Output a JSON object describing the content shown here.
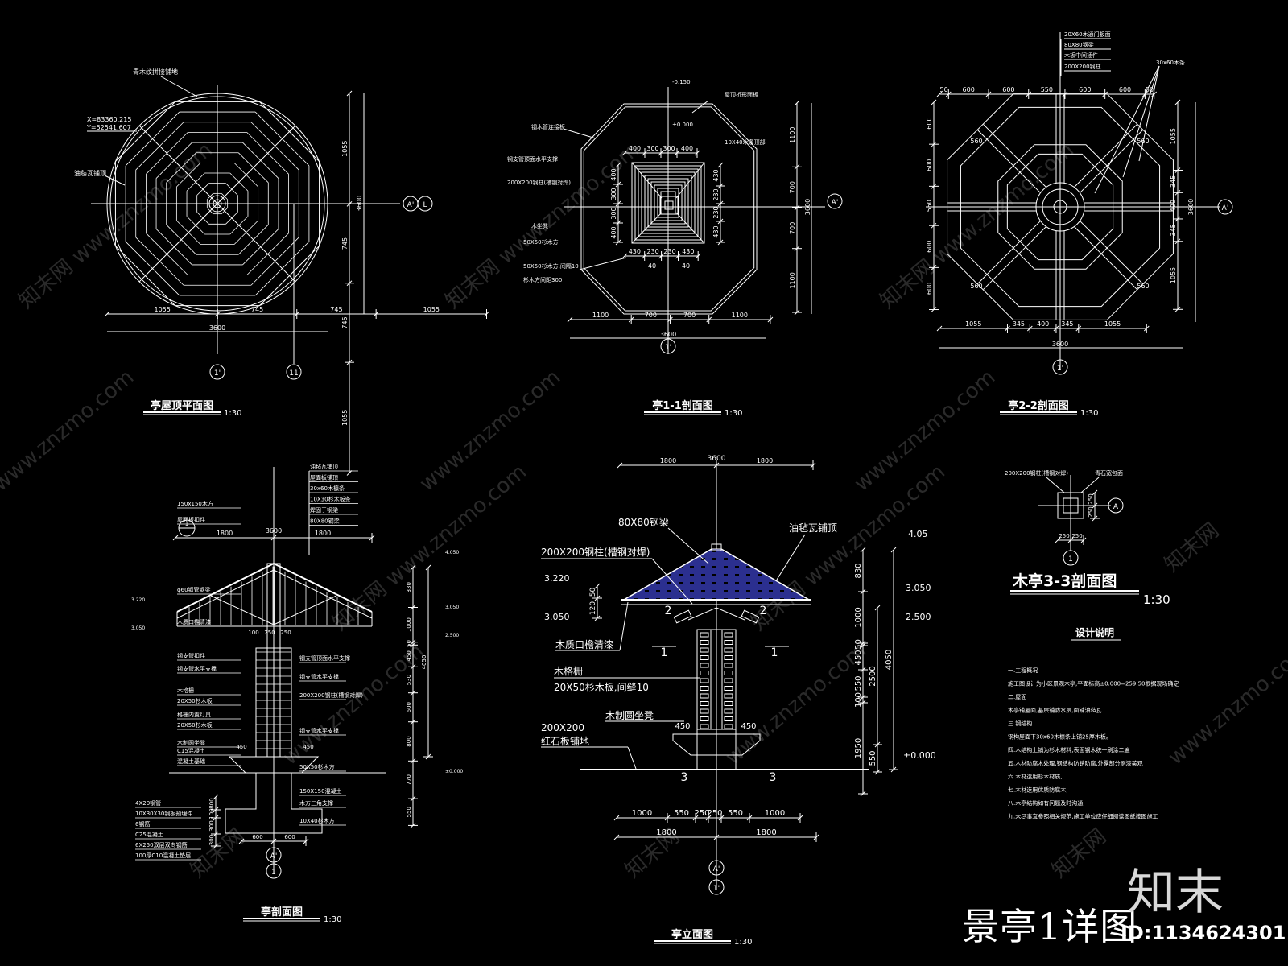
{
  "drawing": {
    "title": "景亭1详图",
    "id_label": "ID:1134624301",
    "logo": "知末",
    "watermarks": [
      "知末网 www.znzmo.com",
      "www.znzmo.com",
      "知末网"
    ],
    "colors": {
      "background": "#000000",
      "line": "#ffffff",
      "roof_fill": "#2b2f8f"
    }
  },
  "views": {
    "roof_plan": {
      "title": "亭屋顶平面图",
      "scale": "1:30",
      "notes": [
        "青木纹拼接铺地",
        "X=83360.215",
        "Y=52541.607",
        "油毡瓦铺顶"
      ],
      "dims_h": [
        "1055",
        "745",
        "745",
        "1055"
      ],
      "dims_v": [
        "1055",
        "745",
        "745",
        "1055"
      ],
      "total": "3600",
      "axes": [
        "1'",
        "11",
        "A'",
        "L"
      ]
    },
    "section_1_1": {
      "title": "亭1-1剖面图",
      "scale": "1:30",
      "elev": "-0.150",
      "level": "±0.000",
      "notes": [
        "屋顶折形面板",
        "钢木管连接板",
        "10X40木条顶部",
        "钢支管顶面水平支撑",
        "200X200钢柱(槽钢对焊)",
        "木坐凳",
        "50X50杉木方",
        "50X50杉木方,间隔10",
        "杉木方间距300"
      ],
      "dims_top": [
        "400",
        "300",
        "300",
        "400"
      ],
      "dims_mid": [
        "430",
        "230",
        "230",
        "430"
      ],
      "dims_small": [
        "40",
        "40"
      ],
      "dims_bottom": [
        "1100",
        "700",
        "700",
        "1100"
      ],
      "dims_left": [
        "400",
        "300",
        "300",
        "400"
      ],
      "dims_right_inner": [
        "430",
        "230",
        "230",
        "430"
      ],
      "dims_right": [
        "1100",
        "700",
        "700",
        "1100"
      ],
      "total": "3600",
      "axes": [
        "1'",
        "A'"
      ]
    },
    "section_2_2": {
      "title": "亭2-2剖面图",
      "scale": "1:30",
      "notes": [
        "20X60木通门板面",
        "80X80钢梁",
        "木板中间插件",
        "200X200钢柱",
        "30x60木条"
      ],
      "dims_top": [
        "50",
        "600",
        "600",
        "550",
        "600",
        "600",
        "50"
      ],
      "dims_bottom": [
        "1055",
        "345",
        "400",
        "345",
        "1055"
      ],
      "dims_left": [
        "600",
        "600",
        "550",
        "600",
        "600"
      ],
      "dims_right": [
        "1055",
        "345",
        "400",
        "345",
        "1055"
      ],
      "dims_diag": [
        "560",
        "560",
        "560",
        "560"
      ],
      "total": "3600",
      "axes": [
        "1'",
        "A'"
      ]
    },
    "section_3_3": {
      "title": "木亭3-3剖面图",
      "scale": "1:30",
      "notes": [
        "200X200钢柱(槽钢对焊)",
        "青石宽包面"
      ],
      "dims": [
        "250",
        "250"
      ],
      "axes": [
        "A",
        "1"
      ]
    },
    "section": {
      "title": "亭剖面图",
      "scale": "1:30",
      "notes_top": [
        "油毡瓦铺顶",
        "屋面板铺顶",
        "30x60木檩条",
        "10X30杉木板条",
        "焊固于钢梁",
        "80X80钢梁"
      ],
      "notes_left": [
        "150x150木方",
        "屋面板扣件",
        "φ60钢管钢梁",
        "木质口檐清漆",
        "钢支管扣件",
        "钢支管水平支撑",
        "木格栅",
        "20X50杉木板",
        "格栅内置灯具",
        "20X50杉木板",
        "木制圆坐凳",
        "C15混凝土",
        "混凝土基础"
      ],
      "notes_right": [
        "钢支管顶面水平支撑",
        "钢支管水平支撑",
        "200X200钢柱(槽钢对焊)",
        "钢支管水平支撑",
        "50X50杉木方",
        "150X150混凝土",
        "木方三角支撑",
        "10X40杉木方"
      ],
      "notes_bottom": [
        "4X20钢管",
        "10X30X30钢板预埋件",
        "6钢筋",
        "C25混凝土",
        "6X250双层双向钢筋",
        "100厚C10混凝土垫层"
      ],
      "dims_top": [
        "3600",
        "1800",
        "1800"
      ],
      "dims_right": [
        "830",
        "1000",
        "50",
        "450",
        "530",
        "600",
        "800",
        "770",
        "550",
        "2550",
        "4050"
      ],
      "dims_mid": [
        "100",
        "250",
        "250"
      ],
      "dims_base": [
        "450",
        "450"
      ],
      "dims_found": [
        "600",
        "600"
      ],
      "dims_found_v": [
        "800",
        "100",
        "300",
        "300"
      ],
      "levels": [
        "4.050",
        "3.050",
        "2.500",
        "±0.000",
        "3.220",
        "3.050"
      ],
      "axes": [
        "1",
        "A'",
        "1"
      ]
    },
    "elevation": {
      "title": "亭立面图",
      "scale": "1:30",
      "notes": [
        "80X80钢梁",
        "油毡瓦铺顶",
        "200X200钢柱(槽钢对焊)",
        "木质口檐清漆",
        "木格栅",
        "20X50杉木板,间缝10",
        "木制圆坐凳",
        "200X200",
        "红石板铺地"
      ],
      "dims_top": [
        "3600",
        "1800",
        "1800"
      ],
      "dims_bottom": [
        "1000",
        "550",
        "250",
        "250",
        "550",
        "1000"
      ],
      "dims_bottom_total": [
        "1800",
        "1800"
      ],
      "dims_right": [
        "830",
        "1000",
        "50",
        "450",
        "550",
        "100",
        "1950",
        "2500",
        "550",
        "4050"
      ],
      "dims_left": [
        "50",
        "120"
      ],
      "dims_seat": [
        "450",
        "450"
      ],
      "levels": [
        "4.05",
        "3.050",
        "2.500",
        "±0.000",
        "3.220",
        "3.050"
      ],
      "section_marks": [
        "2",
        "2",
        "1",
        "1",
        "3",
        "3"
      ],
      "axes": [
        "A'",
        "1'"
      ]
    }
  },
  "design_notes": {
    "title": "设计说明",
    "items": [
      "一.工程概况",
      "    施工图设计为小区景观木亭,平面标高±0.000=259.50根据现场确定",
      "二.屋面",
      "    木亭铺屋面,基层铺防水层,面铺油毡瓦",
      "三.钢结构",
      "    钢构屋面下30x60木檩条上铺25厚木板。",
      "四.木结构上铺为杉木材料,表面钢木统一刷涂二遍",
      "五.木材防腐木处理,钢结构防锈防腐,外露部分刷漆美观",
      "六.木材选用杉木材质,",
      "七.木材选用优质防腐木,",
      "八.木亭结构如有问题及时沟通,",
      "九.未尽事宜参照相关规范,施工单位应仔细阅读图纸按图施工"
    ]
  }
}
